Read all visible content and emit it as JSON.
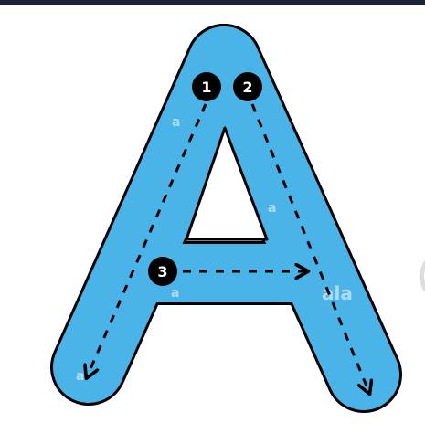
{
  "image": {
    "letter": "A",
    "fill_color": "#4ab3e8",
    "outline_color": "#000000",
    "top_bar_color": "#1c2238",
    "badge_color": "#000000",
    "badge_text_color": "#ffffff"
  },
  "steps": [
    {
      "number": "1",
      "icon": "down-left-dashed-arrow"
    },
    {
      "number": "2",
      "icon": "down-right-dashed-arrow"
    },
    {
      "number": "3",
      "icon": "right-dashed-arrow"
    }
  ],
  "watermark": {
    "text": "a",
    "edge_text": "ala"
  }
}
